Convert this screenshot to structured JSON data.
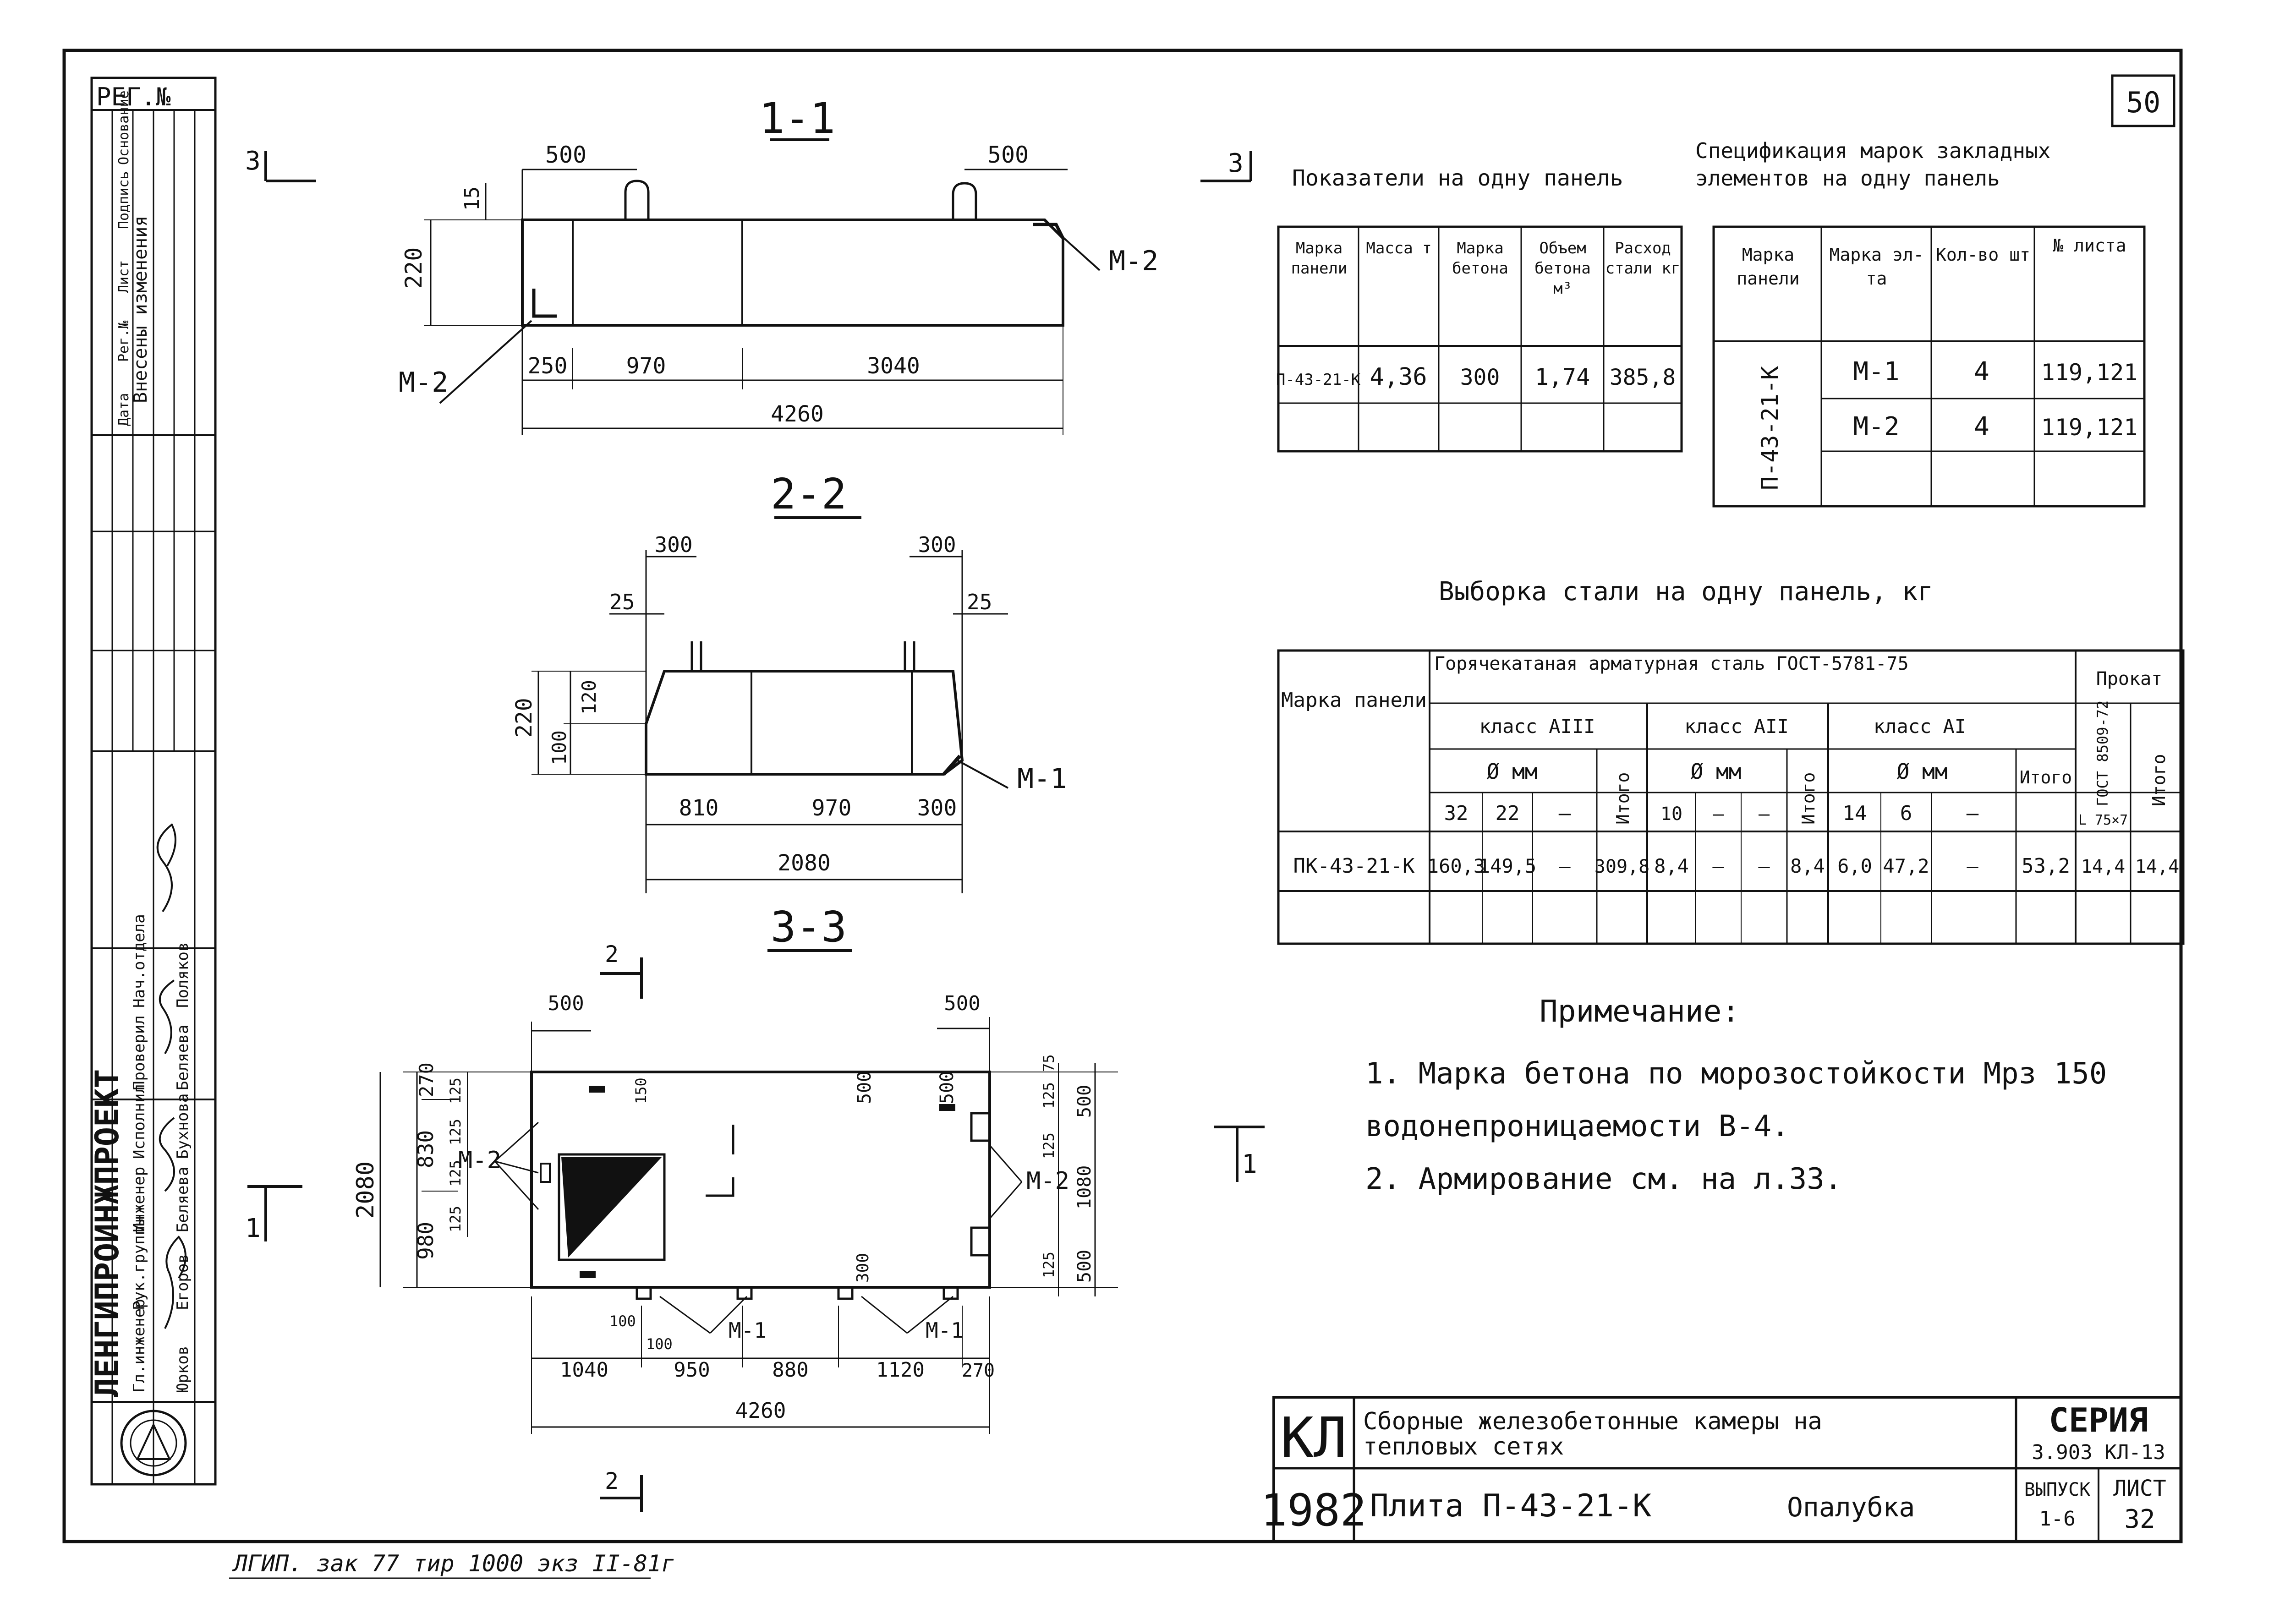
{
  "sheet": {
    "page_number": "50",
    "stamp_bottom": "ЛГИП. зак 77 тир 1000 экз II-81г",
    "left_frame": {
      "reg_label": "РЕГ.№",
      "changes_label": "Внесены изменения",
      "changes_cols": [
        "Дата",
        "Рег.№",
        "Лист",
        "Подпись",
        "Основание"
      ],
      "company": "ЛЕНГИПРОИНЖПРОЕКТ",
      "staff": [
        {
          "role": "Гл.инженер",
          "name": "Юрков"
        },
        {
          "role": "Рук.группы",
          "name": "Егоров"
        },
        {
          "role": "Инженер",
          "name": "Беляева"
        },
        {
          "role": "Исполнил",
          "name": "Бухнова"
        },
        {
          "role": "Проверил",
          "name": "Беляева"
        },
        {
          "role": "Нач.отдела",
          "name": "Поляков"
        }
      ]
    }
  },
  "section_1_1": {
    "title": "1-1",
    "dims": [
      "500",
      "500",
      "15",
      "220",
      "250",
      "970",
      "3040",
      "4260"
    ],
    "labels": [
      "М-2",
      "М-2"
    ]
  },
  "section_2_2": {
    "title": "2-2",
    "dims": [
      "300",
      "300",
      "25",
      "25",
      "220",
      "100",
      "120",
      "810",
      "970",
      "300",
      "2080"
    ],
    "labels": [
      "М-1"
    ]
  },
  "section_3_3": {
    "title": "3-3",
    "cut_marks": [
      "2",
      "2",
      "1",
      "1",
      "3",
      "3"
    ],
    "dims": [
      "500",
      "500",
      "270",
      "830",
      "980",
      "2080",
      "125",
      "125",
      "125",
      "125",
      "150",
      "500",
      "500",
      "125",
      "125",
      "75",
      "500",
      "1080",
      "500",
      "125",
      "300",
      "100",
      "100",
      "1040",
      "950",
      "880",
      "1120",
      "270",
      "4260"
    ],
    "labels": [
      "М-2",
      "М-2",
      "М-1",
      "М-1"
    ]
  },
  "indicators": {
    "caption": "Показатели на одну панель",
    "headers": [
      "Марка панели",
      "Масса т",
      "Марка бетона",
      "Объем бетона м³",
      "Расход стали кг"
    ],
    "rows": [
      [
        "П-43-21-К",
        "4,36",
        "300",
        "1,74",
        "385,8"
      ]
    ]
  },
  "spec": {
    "caption_1": "Спецификация марок закладных",
    "caption_2": "элементов на одну панель",
    "headers": [
      "Марка панели",
      "Марка эл-та",
      "Кол-во шт",
      "№ листа"
    ],
    "panel": "П-43-21-К",
    "rows": [
      [
        "М-1",
        "4",
        "119,121"
      ],
      [
        "М-2",
        "4",
        "119,121"
      ]
    ]
  },
  "steel": {
    "caption": "Выборка стали на одну панель, кг",
    "h_panel": "Марка панели",
    "h_hot": "Горячекатаная арматурная сталь ГОСТ-5781-75",
    "h_prokat": "Прокат",
    "h_class3": "класс АIII",
    "h_class2": "класс АII",
    "h_class1": "класс АI",
    "h_dia": "Ø мм",
    "h_total": "Итого",
    "h_gost": "ГОСТ 8509-72",
    "dia3": [
      "32",
      "22",
      "—"
    ],
    "dia2": [
      "10",
      "—",
      "—"
    ],
    "dia1": [
      "14",
      "6",
      "—"
    ],
    "angle": "L 75×7",
    "row": [
      "ПК-43-21-К",
      "160,3",
      "149,5",
      "—",
      "309,8",
      "8,4",
      "—",
      "—",
      "8,4",
      "6,0",
      "47,2",
      "—",
      "53,2",
      "14,4",
      "14,4"
    ]
  },
  "notes": {
    "title": "Примечание:",
    "lines": [
      "1. Марка бетона по морозостойкости Мрз 150",
      "водонепроницаемости В-4.",
      "2. Армирование см. на л.33."
    ]
  },
  "title_block": {
    "code": "КЛ",
    "year": "1982",
    "subject_1": "Сборные железобетонные камеры на",
    "subject_2": "тепловых сетях",
    "item": "Плита П-43-21-К",
    "view": "Опалубка",
    "series_label": "СЕРИЯ",
    "series_value": "3.903 КЛ-13",
    "issue_label": "ВЫПУСК",
    "issue_value": "1-6",
    "sheet_label": "ЛИСТ",
    "sheet_value": "32"
  }
}
